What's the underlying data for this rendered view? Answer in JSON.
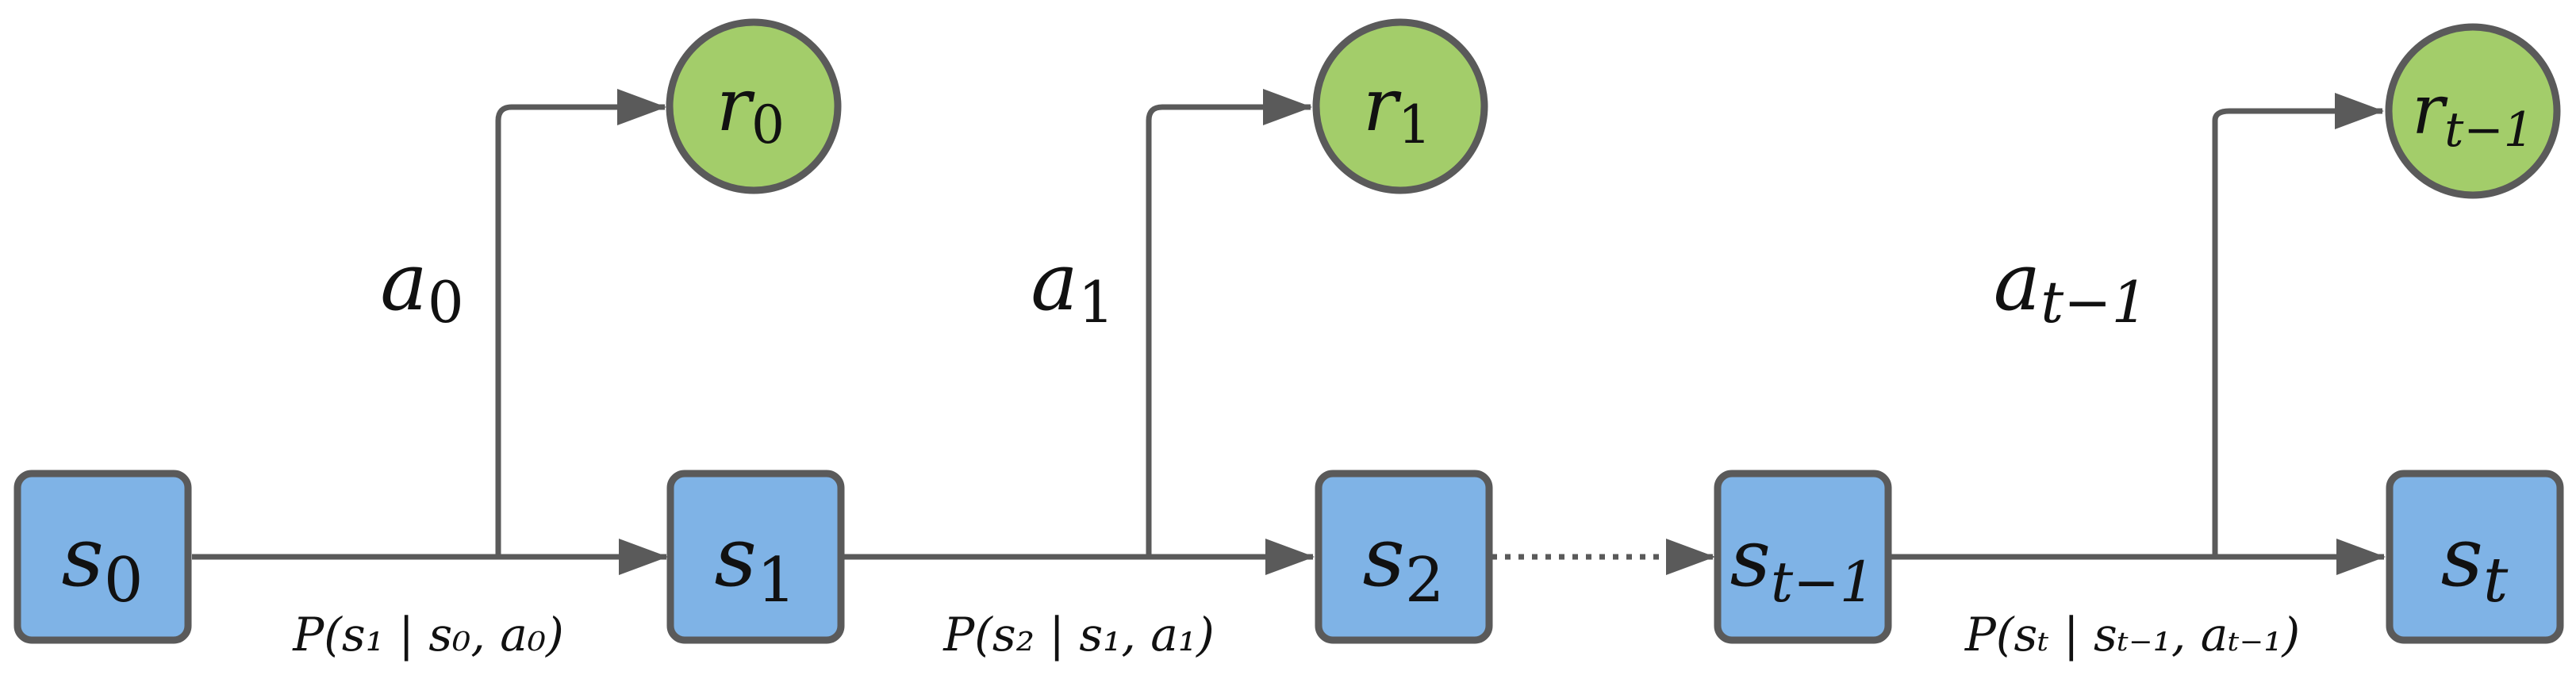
{
  "colors": {
    "state_fill": "#7fb3e6",
    "reward_fill": "#a3cd6a",
    "stroke": "#5a5a5a",
    "text": "#111111"
  },
  "states": [
    {
      "symbol": "s",
      "subscript": "0"
    },
    {
      "symbol": "s",
      "subscript": "1"
    },
    {
      "symbol": "s",
      "subscript": "2"
    },
    {
      "symbol": "s",
      "subscript": "t−1"
    },
    {
      "symbol": "s",
      "subscript": "t"
    }
  ],
  "rewards": [
    {
      "symbol": "r",
      "subscript": "0"
    },
    {
      "symbol": "r",
      "subscript": "1"
    },
    {
      "symbol": "r",
      "subscript": "t−1"
    }
  ],
  "actions": [
    {
      "symbol": "a",
      "subscript": "0"
    },
    {
      "symbol": "a",
      "subscript": "1"
    },
    {
      "symbol": "a",
      "subscript": "t−1"
    }
  ],
  "transitions": [
    {
      "label": "P(s₁ | s₀, a₀)"
    },
    {
      "label": "P(s₂ | s₁, a₁)"
    },
    {
      "label": "P(sₜ | sₜ₋₁, aₜ₋₁)"
    }
  ]
}
